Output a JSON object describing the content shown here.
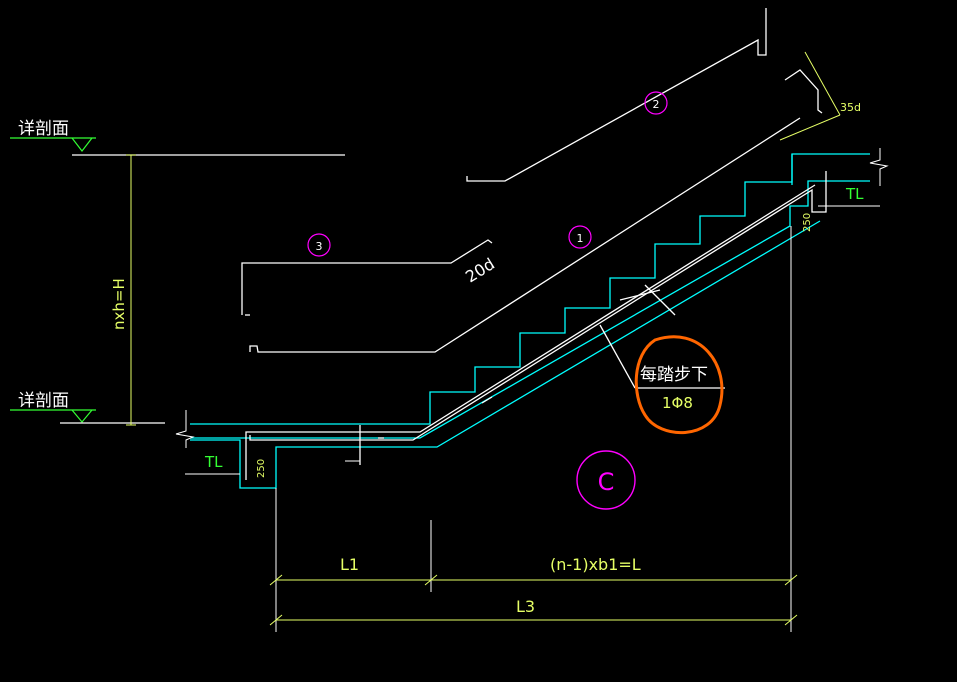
{
  "colors": {
    "background": "#000000",
    "line": "#ffffff",
    "dimension": "#e6ff66",
    "label": "#33ff33",
    "concrete_outline": "#00ffff",
    "callout": "#ff00ff",
    "highlight": "#ff6600"
  },
  "levels": {
    "top_label": "详剖面",
    "bottom_label": "详剖面"
  },
  "dimensions": {
    "height": "nxh=H",
    "l1": "L1",
    "run": "(n-1)xb1=L",
    "total": "L3",
    "anchor_top": "35d",
    "anchor_bottom": "20d",
    "beam_depth_top": "250",
    "beam_depth_bottom": "250"
  },
  "beams": {
    "top": "TL",
    "bottom": "TL"
  },
  "bar_marks": {
    "bar1": "1",
    "bar2": "2",
    "bar3": "3"
  },
  "note": {
    "line1": "每踏步下",
    "line2": "1Φ8"
  },
  "section_mark": "C"
}
